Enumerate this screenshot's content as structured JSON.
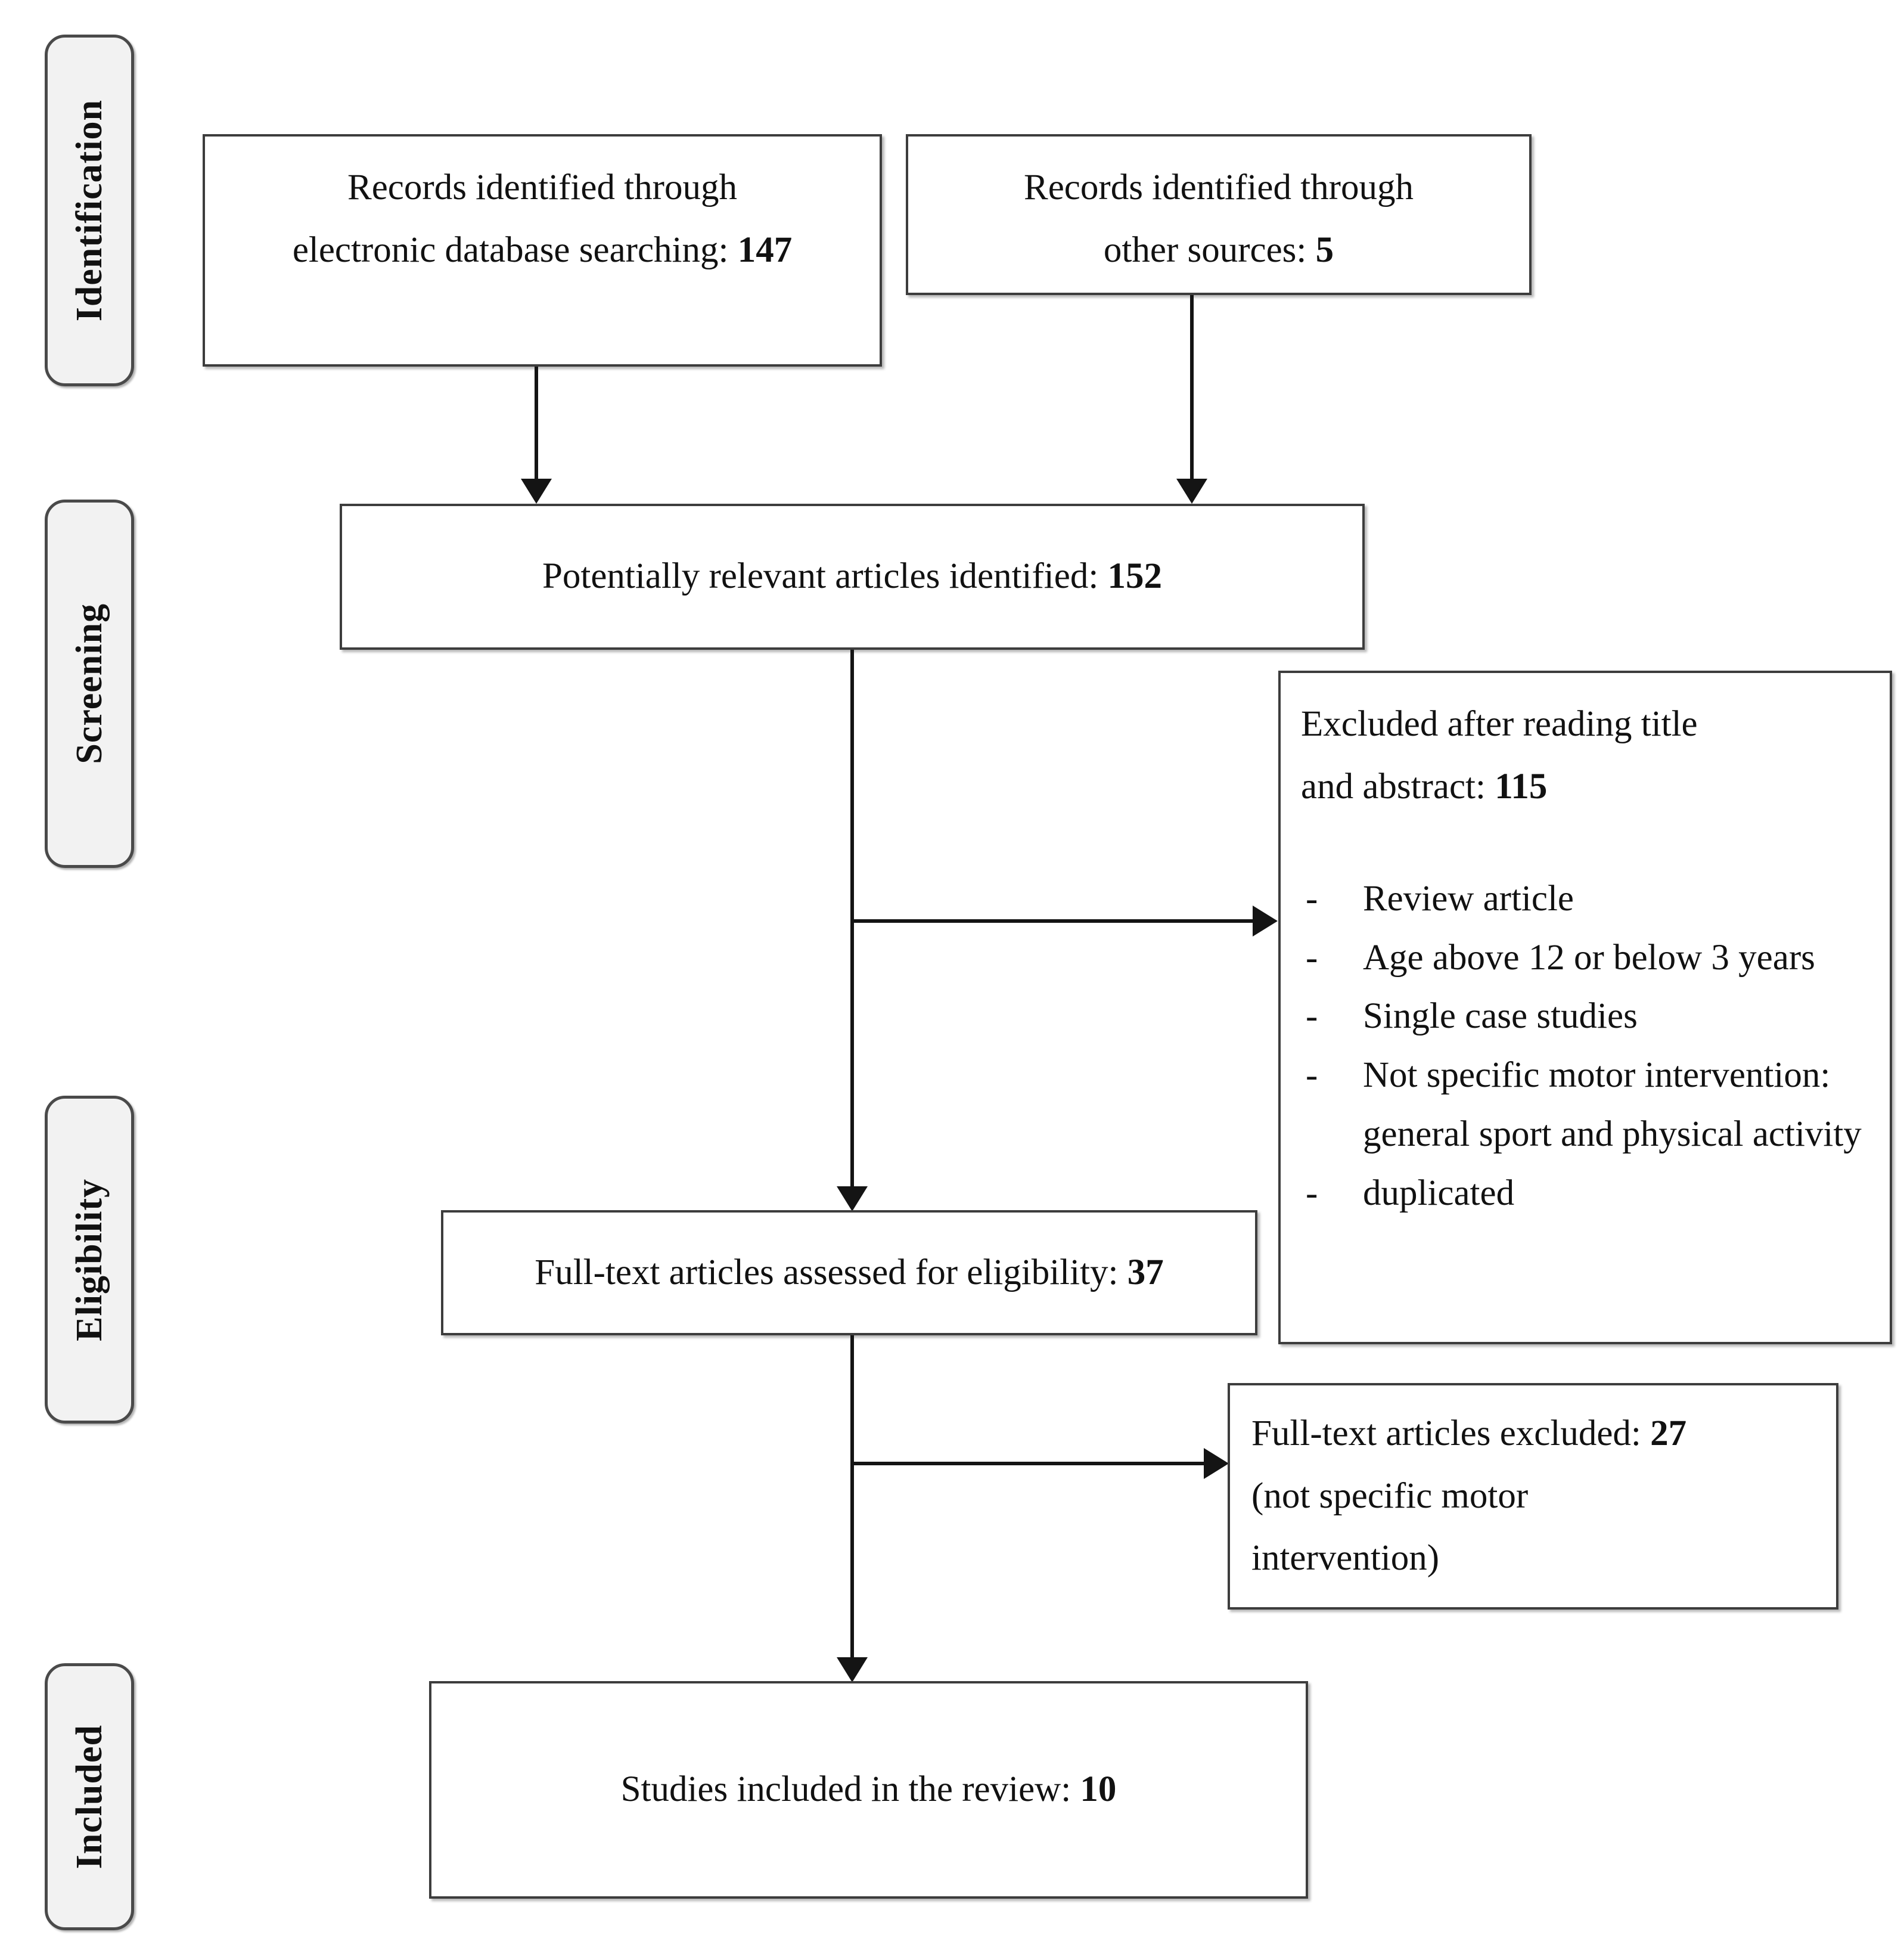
{
  "diagram": {
    "type": "prisma-flow-diagram",
    "stages": [
      {
        "id": "identification",
        "label": "Identification"
      },
      {
        "id": "screening",
        "label": "Screening"
      },
      {
        "id": "eligibility",
        "label": "Eligibility"
      },
      {
        "id": "included",
        "label": "Included"
      }
    ],
    "boxes": {
      "records_database": {
        "line1": "Records identified through",
        "line2_text": "electronic database searching: ",
        "line2_count": "147"
      },
      "records_other": {
        "line1": "Records identified through",
        "line2_text": "other sources: ",
        "line2_count": "5"
      },
      "potentially_relevant": {
        "text": "Potentially relevant articles identified: ",
        "count": "152"
      },
      "excluded_title_abstract": {
        "head_line1": "Excluded after reading title",
        "head_line2_text": "and abstract: ",
        "head_line2_count": "115",
        "bullet_marker": "-",
        "bullets": [
          "Review article",
          "Age above 12 or below 3 years",
          "Single case studies",
          "Not specific motor intervention: general sport and physical activity",
          "duplicated"
        ]
      },
      "fulltext_assessed": {
        "text": "Full-text articles assessed for eligibility: ",
        "count": "37"
      },
      "fulltext_excluded": {
        "line1_text": "Full-text articles excluded: ",
        "line1_count": "27",
        "line2": "(not specific motor",
        "line3": "intervention)"
      },
      "studies_included": {
        "text": "Studies included in the review: ",
        "count": "10"
      }
    },
    "colors": {
      "stage_label_fill": "#f2f2f2",
      "stage_label_border": "#4a4a4a",
      "box_border": "#3d3d3d",
      "connector": "#141414",
      "page_background": "#ffffff"
    }
  }
}
